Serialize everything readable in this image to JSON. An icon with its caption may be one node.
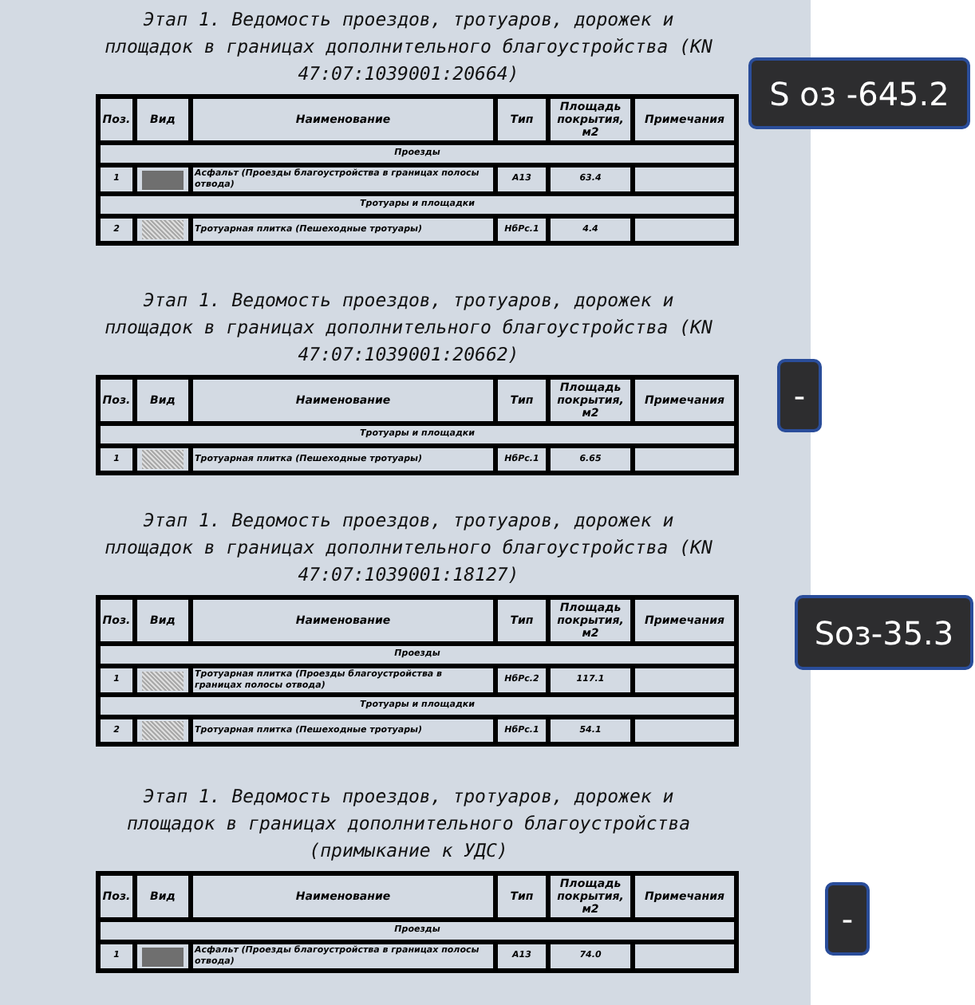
{
  "diagram": {
    "labels": [
      "Этап 1. Ведомость проездов, тротуаров, дорожек и площадок в границах дополнительного благоустройства (KN 47:07:1039001:20664)",
      "Поз.",
      "Вид",
      "Наименование",
      "Тип",
      "Площадь покрытия, м2",
      "Примечания",
      "Проезды",
      "1",
      "Асфальт (Проезды благоустройства в границах полосы отвода)",
      "А13",
      "63.4",
      "Тротуары и площадки",
      "2",
      "Тротуарная плитка (Пешеходные тротуары)",
      "НбРс.1",
      "4.4",
      "S оз -645.2",
      "Этап 1. Ведомость проездов, тротуаров, дорожек и площадок в границах дополнительного благоустройства (KN 47:07:1039001:20662)",
      "Поз.",
      "Вид",
      "Наименование",
      "Тип",
      "Площадь покрытия, м2",
      "Примечания",
      "Тротуары и площадки",
      "1",
      "Тротуарная плитка (Пешеходные тротуары)",
      "НбРс.1",
      "6.65",
      "-",
      "Этап 1. Ведомость проездов, тротуаров, дорожек и площадок в границах дополнительного благоустройства (KN 47:07:1039001:18127)",
      "Поз.",
      "Вид",
      "Наименование",
      "Тип",
      "Площадь покрытия, м2",
      "Примечания",
      "Проезды",
      "1",
      "Тротуарная плитка (Проезды благоустройства в границах полосы отвода)",
      "НбРс.2",
      "117.1",
      "Тротуары и площадки",
      "2",
      "Тротуарная плитка (Пешеходные тротуары)",
      "НбРс.1",
      "54.1",
      "Sоз-35.3",
      "Этап 1. Ведомость проездов, тротуаров, дорожек и площадок в границах дополнительного благоустройства (примыкание к УДС)",
      "Поз.",
      "Вид",
      "Наименование",
      "Тип",
      "Площадь покрытия, м2",
      "Примечания",
      "Проезды",
      "1",
      "Асфальт (Проезды благоустройства в границах полосы отвода)",
      "А13",
      "74.0",
      "-"
    ]
  }
}
